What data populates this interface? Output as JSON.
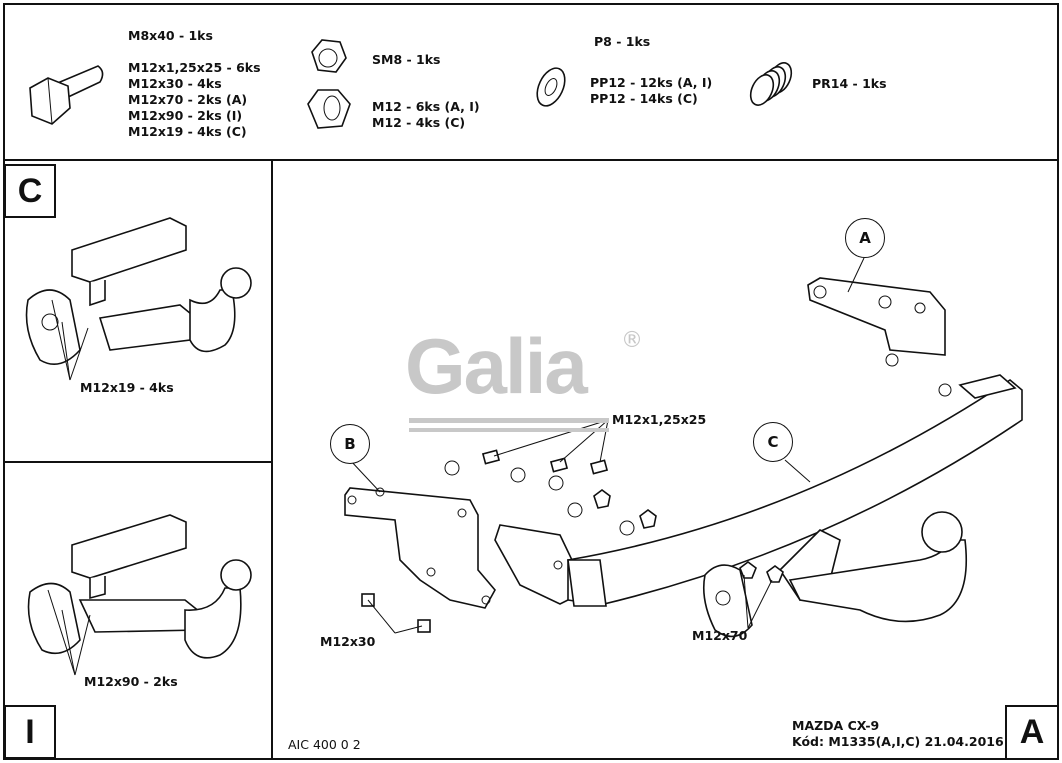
{
  "parts": {
    "bolts": [
      "M8x40 - 1ks",
      "M12x1,25x25 - 6ks",
      "M12x30 - 4ks",
      "M12x70 - 2ks (A)",
      "M12x90 - 2ks (I)",
      "M12x19 - 4ks (C)"
    ],
    "self_lock_nut": "SM8 - 1ks",
    "nuts": [
      "M12 - 6ks (A, I)",
      "M12 - 4ks (C)"
    ],
    "washer_small": "P8 - 1ks",
    "washers": [
      "PP12 - 12ks (A, I)",
      "PP12 - 14ks (C)"
    ],
    "spring": "PR14 - 1ks"
  },
  "variant_c": {
    "letter": "C",
    "bolt_label": "M12x19 - 4ks"
  },
  "variant_i": {
    "letter": "I",
    "bolt_label": "M12x90 - 2ks"
  },
  "main": {
    "callouts": {
      "a": "A",
      "b": "B",
      "c": "C"
    },
    "labels": {
      "bolt_top": "M12x1,25x25",
      "bolt_left": "M12x30",
      "bolt_right": "M12x70"
    },
    "logo": "Galia",
    "registered": "®"
  },
  "footer": {
    "code_left": "AIC 400 0 2",
    "vehicle": "MAZDA CX-9",
    "code": "Kód: M1335(A,I,C)  21.04.2016",
    "variant": "A"
  }
}
